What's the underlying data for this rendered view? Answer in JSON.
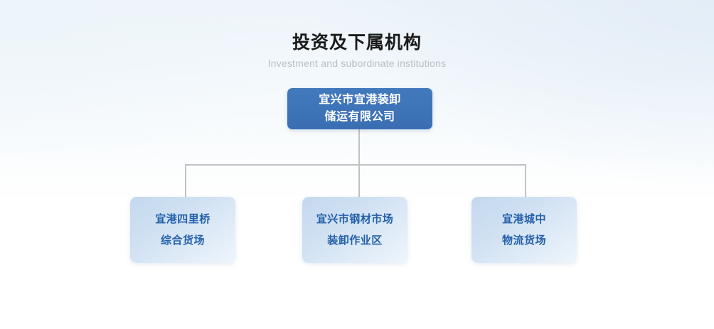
{
  "header": {
    "title": "投资及下属机构",
    "subtitle": "Investment and subordinate institutions"
  },
  "org_chart": {
    "root": {
      "line1": "宜兴市宜港装卸",
      "line2": "储运有限公司"
    },
    "children": [
      {
        "line1": "宜港四里桥",
        "line2": "综合货场"
      },
      {
        "line1": "宜兴市钢材市场",
        "line2": "装卸作业区"
      },
      {
        "line1": "宜港城中",
        "line2": "物流货场"
      }
    ]
  },
  "colors": {
    "root_node_bg": "#3a6eb2",
    "root_node_text": "#ffffff",
    "child_node_bg": "#c4d8ee",
    "child_node_text": "#2560ab",
    "connector_line": "#c2c2c2",
    "title_text": "#1a1a1a",
    "subtitle_text": "#b9bec4",
    "page_bg": "#ffffff"
  }
}
